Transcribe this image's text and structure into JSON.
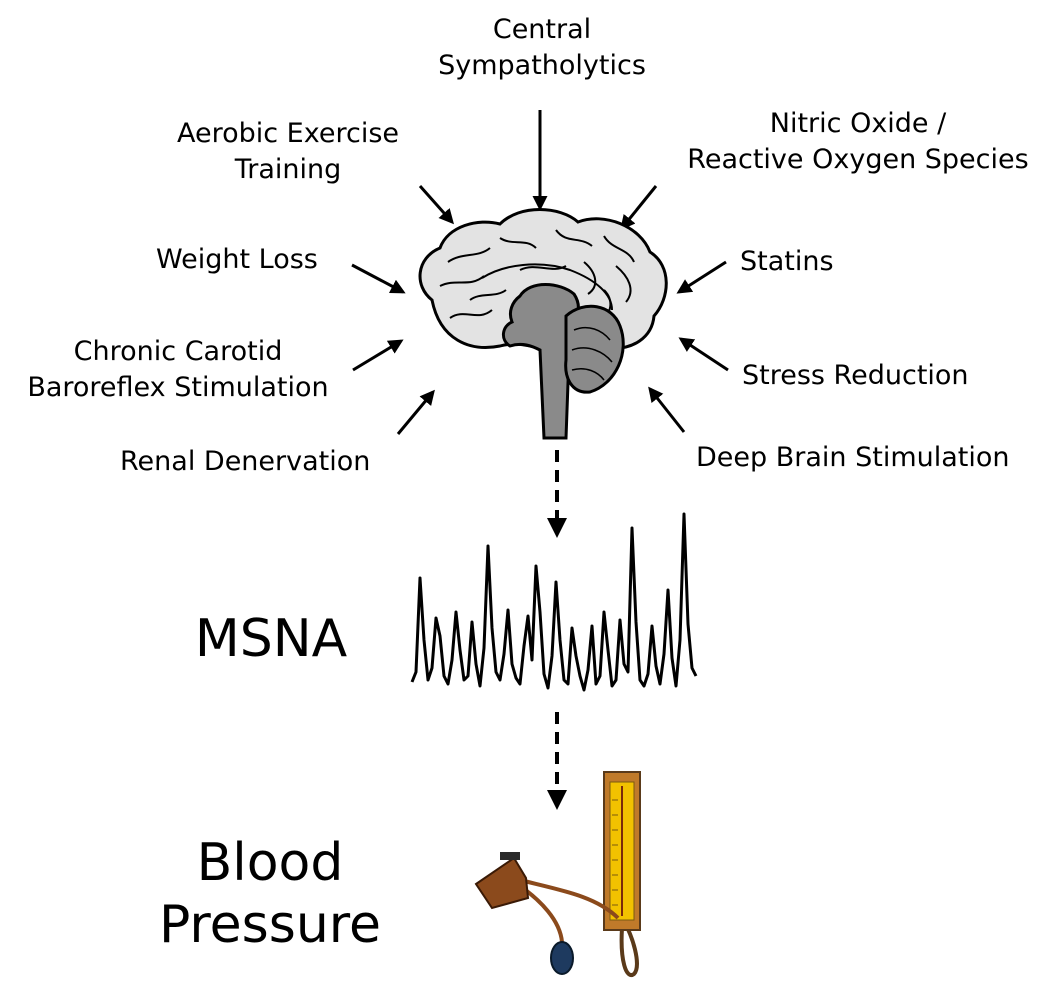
{
  "interventions": {
    "central_sympatholytics": [
      "Central",
      "Sympatholytics"
    ],
    "aerobic_exercise": [
      "Aerobic Exercise",
      "Training"
    ],
    "nitric_oxide": [
      "Nitric Oxide /",
      "Reactive Oxygen Species"
    ],
    "weight_loss": "Weight Loss",
    "statins": "Statins",
    "chronic_carotid": [
      "Chronic Carotid",
      "Baroreflex Stimulation"
    ],
    "stress_reduction": "Stress Reduction",
    "renal_denervation": "Renal Denervation",
    "deep_brain": "Deep Brain Stimulation"
  },
  "outputs": {
    "msna": "MSNA",
    "blood_pressure": [
      "Blood",
      "Pressure"
    ]
  },
  "icons": {
    "brain": "brain-icon",
    "msna_trace": "msna-waveform-icon",
    "sphygmomanometer": "sphygmomanometer-icon"
  },
  "colors": {
    "brain_fill": "#e3e3e3",
    "brainstem_fill": "#8a8a8a",
    "cuff": "#8b4a1c",
    "manometer_frame": "#c07a2a",
    "manometer_scale": "#f2c200",
    "bulb": "#1e3a5f"
  }
}
